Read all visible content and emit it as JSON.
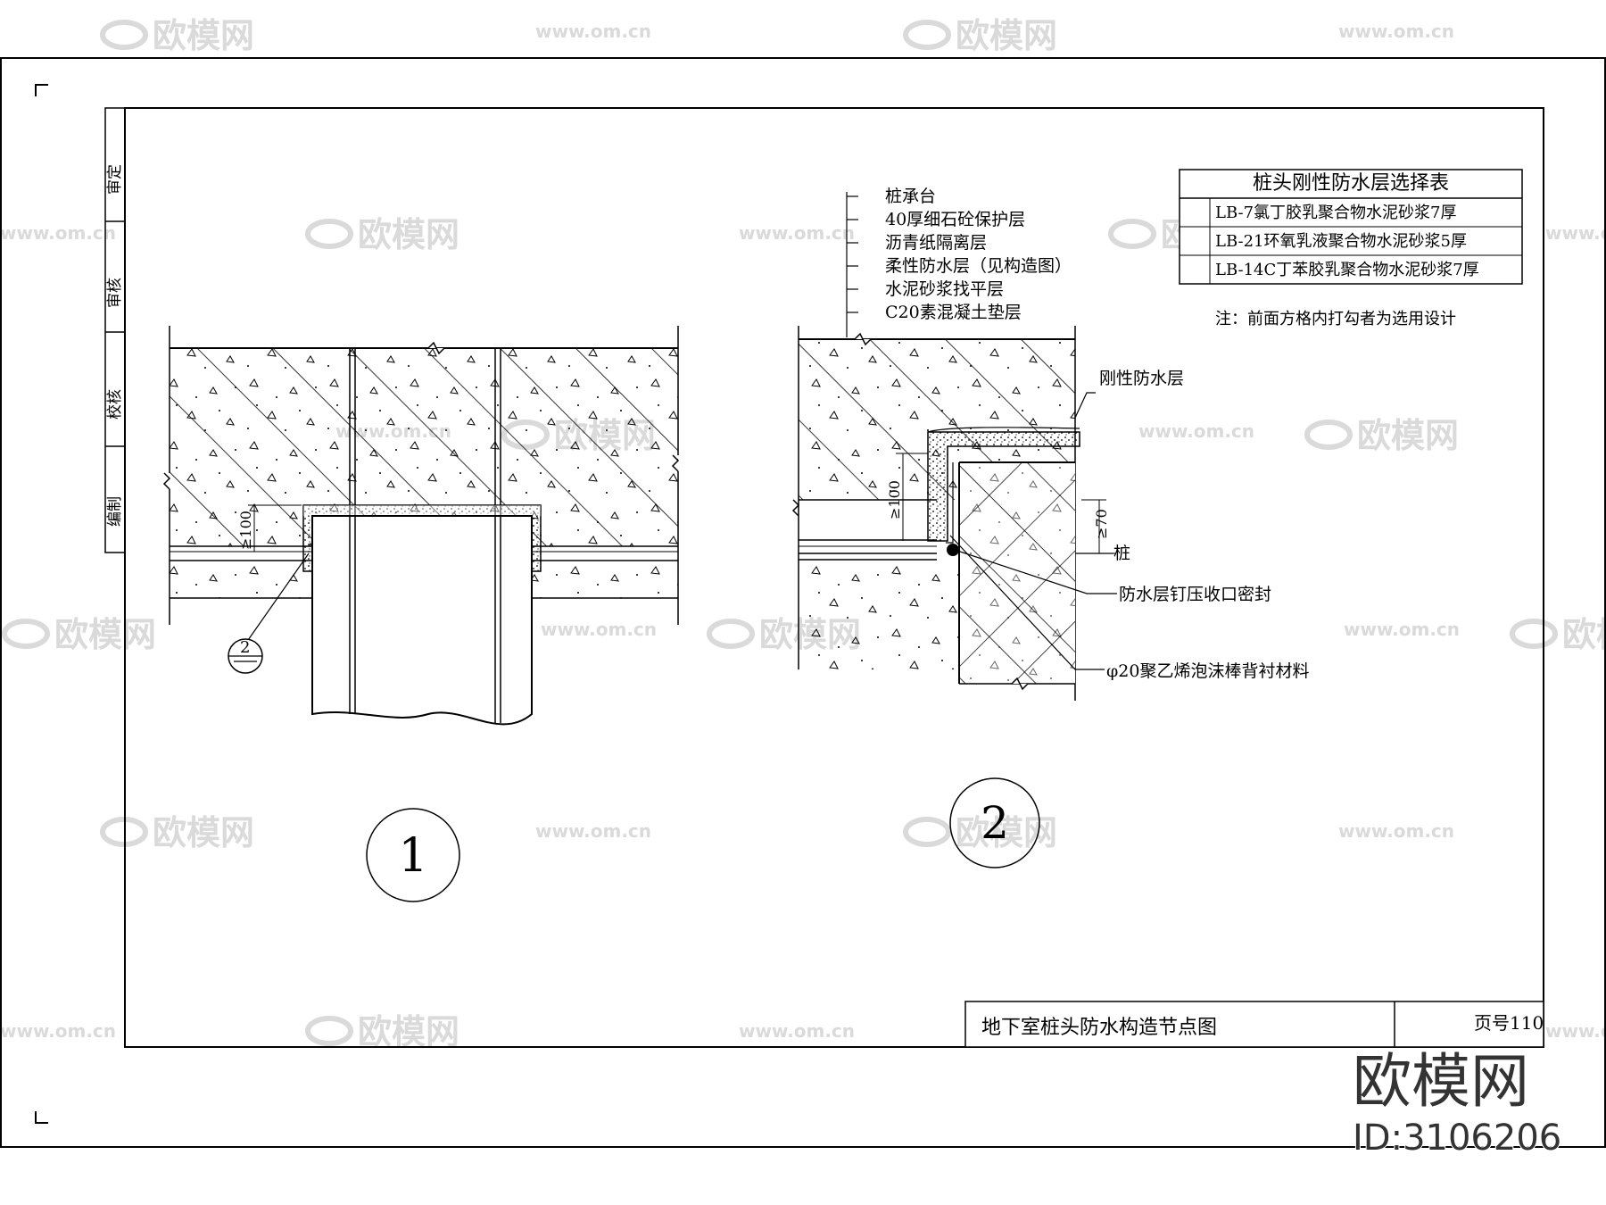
{
  "watermark": {
    "logo_text": "欧模网",
    "url_text": "www.om.cn",
    "stamp_brand": "欧模网",
    "stamp_id": "ID:3106206"
  },
  "approval_labels": [
    "审定",
    "审核",
    "校核",
    "编制"
  ],
  "detail1": {
    "dim_label": "≥100",
    "callout_number": "2",
    "circle_label": "1"
  },
  "detail2": {
    "layer_labels": [
      "桩承台",
      "40厚细石砼保护层",
      "沥青纸隔离层",
      "柔性防水层（见构造图）",
      "水泥砂浆找平层",
      "C20素混凝土垫层"
    ],
    "rigid_layer_label": "刚性防水层",
    "dim_100": "≥100",
    "dim_70": "≥70",
    "pile_label": "桩",
    "seal_label": "防水层钉压收口密封",
    "foam_label": "φ20聚乙烯泡沫棒背衬材料",
    "circle_label": "2"
  },
  "selection_table": {
    "title": "桩头刚性防水层选择表",
    "rows": [
      "LB-7氯丁胶乳聚合物水泥砂浆7厚",
      "LB-21环氧乳液聚合物水泥砂浆5厚",
      "LB-14C丁苯胶乳聚合物水泥砂浆7厚"
    ],
    "note": "注：前面方格内打勾者为选用设计"
  },
  "title_block": {
    "drawing_title": "地下室桩头防水构造节点图",
    "page_label": "页号110"
  }
}
